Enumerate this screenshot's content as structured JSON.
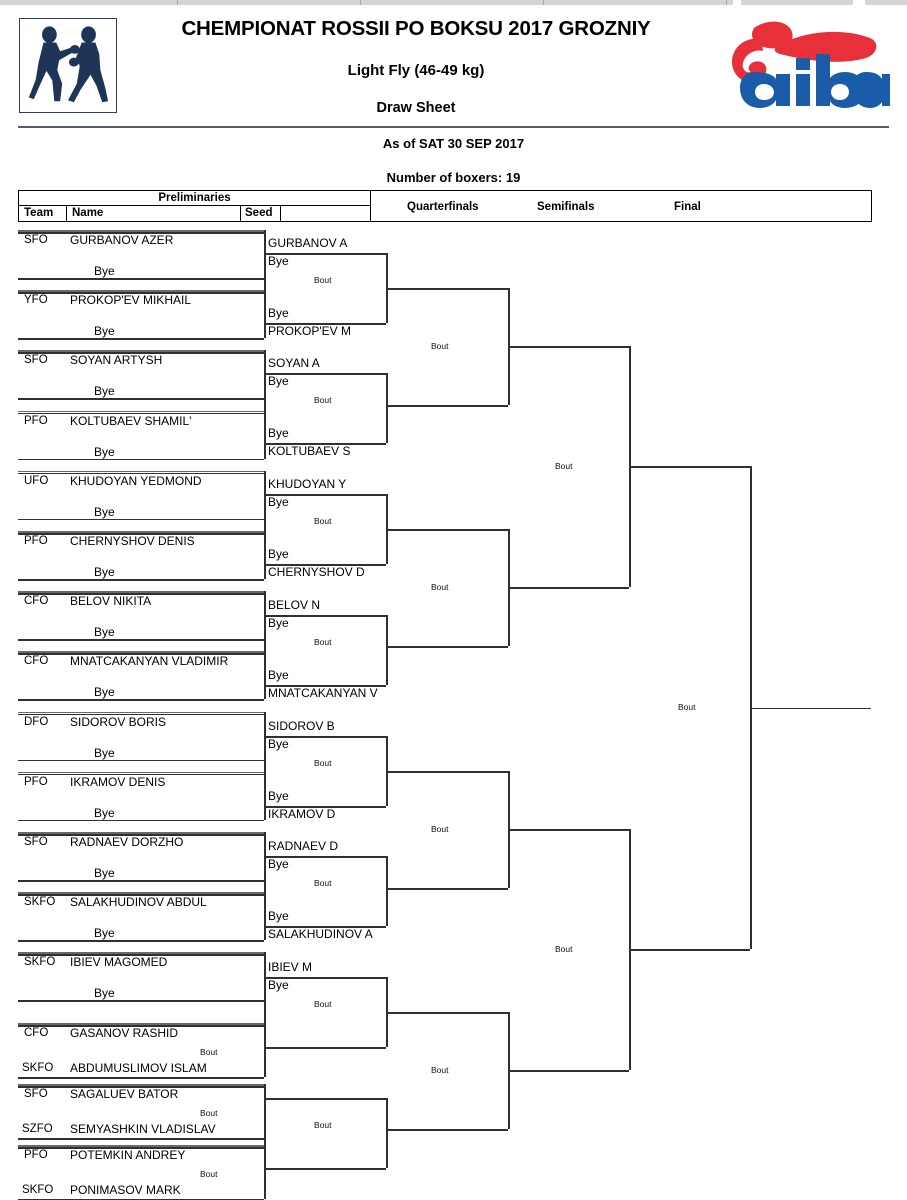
{
  "header": {
    "title": "CHEMPIONAT ROSSII PO BOKSU 2017 GROZNIY",
    "category": "Light Fly (46-49 kg)",
    "doc_type": "Draw Sheet",
    "as_of": "As of SAT 30 SEP 2017",
    "boxer_count": "Number of boxers: 19",
    "boxer_icon": "boxers-icon",
    "org_logo": "aiba-logo",
    "logo_colors": {
      "red": "#e8303a",
      "blue": "#1a5ca8",
      "navy": "#1f3557"
    }
  },
  "columns": {
    "prelim_group": "Preliminaries",
    "team": "Team",
    "name": "Name",
    "seed": "Seed",
    "quarterfinals": "Quarterfinals",
    "semifinals": "Semifinals",
    "final": "Final"
  },
  "labels": {
    "bout": "Bout",
    "bye": "Bye"
  },
  "preliminaries": [
    {
      "team": "SFO",
      "name": "GURBANOV AZER",
      "seed": "",
      "opponent": "Bye"
    },
    {
      "team": "YFO",
      "name": "PROKOP'EV MIKHAIL",
      "seed": "",
      "opponent": "Bye"
    },
    {
      "team": "SFO",
      "name": "SOYAN ARTYSH",
      "seed": "",
      "opponent": "Bye"
    },
    {
      "team": "PFO",
      "name": "KOLTUBAEV SHAMIL'",
      "seed": "",
      "opponent": "Bye"
    },
    {
      "team": "UFO",
      "name": "KHUDOYAN YEDMOND",
      "seed": "",
      "opponent": "Bye"
    },
    {
      "team": "PFO",
      "name": "CHERNYSHOV DENIS",
      "seed": "",
      "opponent": "Bye"
    },
    {
      "team": "CFO",
      "name": "BELOV NIKITA",
      "seed": "",
      "opponent": "Bye"
    },
    {
      "team": "CFO",
      "name": "MNATCAKANYAN VLADIMIR",
      "seed": "",
      "opponent": "Bye"
    },
    {
      "team": "DFO",
      "name": "SIDOROV BORIS",
      "seed": "",
      "opponent": "Bye"
    },
    {
      "team": "PFO",
      "name": "IKRAMOV DENIS",
      "seed": "",
      "opponent": "Bye"
    },
    {
      "team": "SFO",
      "name": "RADNAEV DORZHO",
      "seed": "",
      "opponent": "Bye"
    },
    {
      "team": "SKFO",
      "name": "SALAKHUDINOV ABDUL",
      "seed": "",
      "opponent": "Bye"
    },
    {
      "team": "SKFO",
      "name": "IBIEV MAGOMED",
      "seed": "",
      "opponent": "Bye"
    },
    {
      "team": "CFO",
      "name": "GASANOV RASHID",
      "seed": "",
      "opponent": ""
    },
    {
      "team": "SKFO",
      "name": "ABDUMUSLIMOV ISLAM",
      "seed": "",
      "opponent": ""
    },
    {
      "team": "SFO",
      "name": "SAGALUEV BATOR",
      "seed": "",
      "opponent": ""
    },
    {
      "team": "SZFO",
      "name": "SEMYASHKIN VLADISLAV",
      "seed": "",
      "opponent": ""
    },
    {
      "team": "PFO",
      "name": "POTEMKIN ANDREY",
      "seed": "",
      "opponent": ""
    },
    {
      "team": "SKFO",
      "name": "PONIMASOV MARK",
      "seed": "",
      "opponent": ""
    }
  ],
  "round_of_16": [
    {
      "top": "GURBANOV A",
      "top_bye": "Bye",
      "bottom_bye": "Bye",
      "bottom": "PROKOP'EV M"
    },
    {
      "top": "SOYAN A",
      "top_bye": "Bye",
      "bottom_bye": "Bye",
      "bottom": "KOLTUBAEV S"
    },
    {
      "top": "KHUDOYAN Y",
      "top_bye": "Bye",
      "bottom_bye": "Bye",
      "bottom": "CHERNYSHOV D"
    },
    {
      "top": "BELOV N",
      "top_bye": "Bye",
      "bottom_bye": "Bye",
      "bottom": "MNATCAKANYAN V"
    },
    {
      "top": "SIDOROV B",
      "top_bye": "Bye",
      "bottom_bye": "Bye",
      "bottom": "IKRAMOV D"
    },
    {
      "top": "RADNAEV D",
      "top_bye": "Bye",
      "bottom_bye": "Bye",
      "bottom": "SALAKHUDINOV A"
    },
    {
      "top": "IBIEV M",
      "top_bye": "Bye",
      "bottom_bye": "",
      "bottom": ""
    },
    {
      "top": "",
      "top_bye": "",
      "bottom_bye": "",
      "bottom": ""
    }
  ],
  "quarterfinals": [
    {
      "label": "Bout"
    },
    {
      "label": "Bout"
    },
    {
      "label": "Bout"
    },
    {
      "label": "Bout"
    }
  ],
  "semifinals": [
    {
      "label": "Bout"
    },
    {
      "label": "Bout"
    }
  ],
  "final": {
    "label": "Bout"
  }
}
